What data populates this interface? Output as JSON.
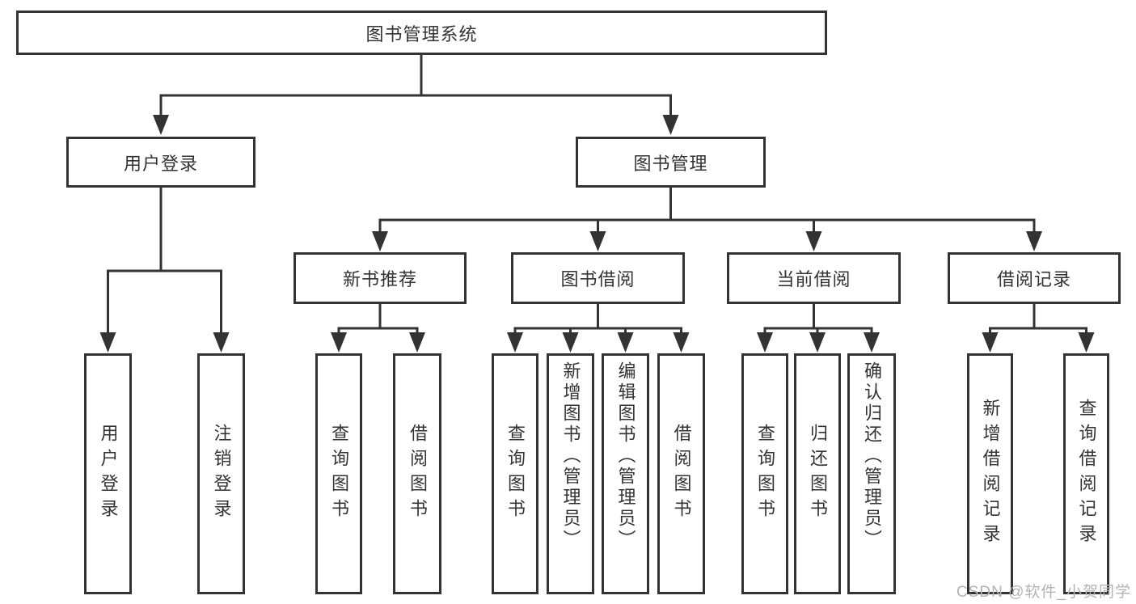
{
  "diagram_type": "hierarchy-tree",
  "colors": {
    "line": "#333333",
    "text": "#333333",
    "box_background": "#ffffff",
    "page_background": "#ffffff",
    "watermark": "#b3b3b3"
  },
  "tree": {
    "label": "图书管理系统",
    "children": [
      {
        "label": "用户登录",
        "children": [
          {
            "label": "用户登录"
          },
          {
            "label": "注销登录"
          }
        ]
      },
      {
        "label": "图书管理",
        "children": [
          {
            "label": "新书推荐",
            "children": [
              {
                "label": "查询图书"
              },
              {
                "label": "借阅图书"
              }
            ]
          },
          {
            "label": "图书借阅",
            "children": [
              {
                "label": "查询图书"
              },
              {
                "label": "新增图书（管理员）"
              },
              {
                "label": "编辑图书（管理员）"
              },
              {
                "label": "借阅图书"
              }
            ]
          },
          {
            "label": "当前借阅",
            "children": [
              {
                "label": "查询图书"
              },
              {
                "label": "归还图书"
              },
              {
                "label": "确认归还（管理员）"
              }
            ]
          },
          {
            "label": "借阅记录",
            "children": [
              {
                "label": "新增借阅记录"
              },
              {
                "label": "查询借阅记录"
              }
            ]
          }
        ]
      }
    ]
  },
  "watermark": "CSDN @软件_小贺同学"
}
